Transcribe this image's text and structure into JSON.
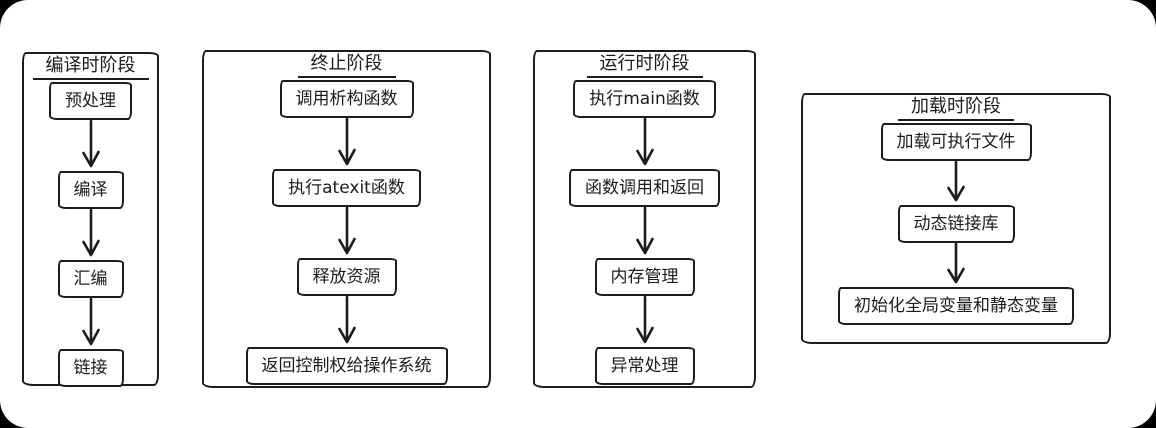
{
  "canvas": {
    "background": "#ffffff",
    "outside_color": "#000000",
    "stroke_color": "#1c1c1c"
  },
  "icons": {
    "arrow_down": "↓"
  },
  "groups": [
    {
      "id": "compile-time-stage",
      "title": "编译时阶段",
      "steps": [
        "预处理",
        "编译",
        "汇编",
        "链接"
      ]
    },
    {
      "id": "termination-stage",
      "title": "终止阶段",
      "steps": [
        "调用析构函数",
        "执行atexit函数",
        "释放资源",
        "返回控制权给操作系统"
      ]
    },
    {
      "id": "runtime-stage",
      "title": "运行时阶段",
      "steps": [
        "执行main函数",
        "函数调用和返回",
        "内存管理",
        "异常处理"
      ]
    },
    {
      "id": "load-time-stage",
      "title": "加载时阶段",
      "steps": [
        "加载可执行文件",
        "动态链接库",
        "初始化全局变量和静态变量"
      ]
    }
  ]
}
